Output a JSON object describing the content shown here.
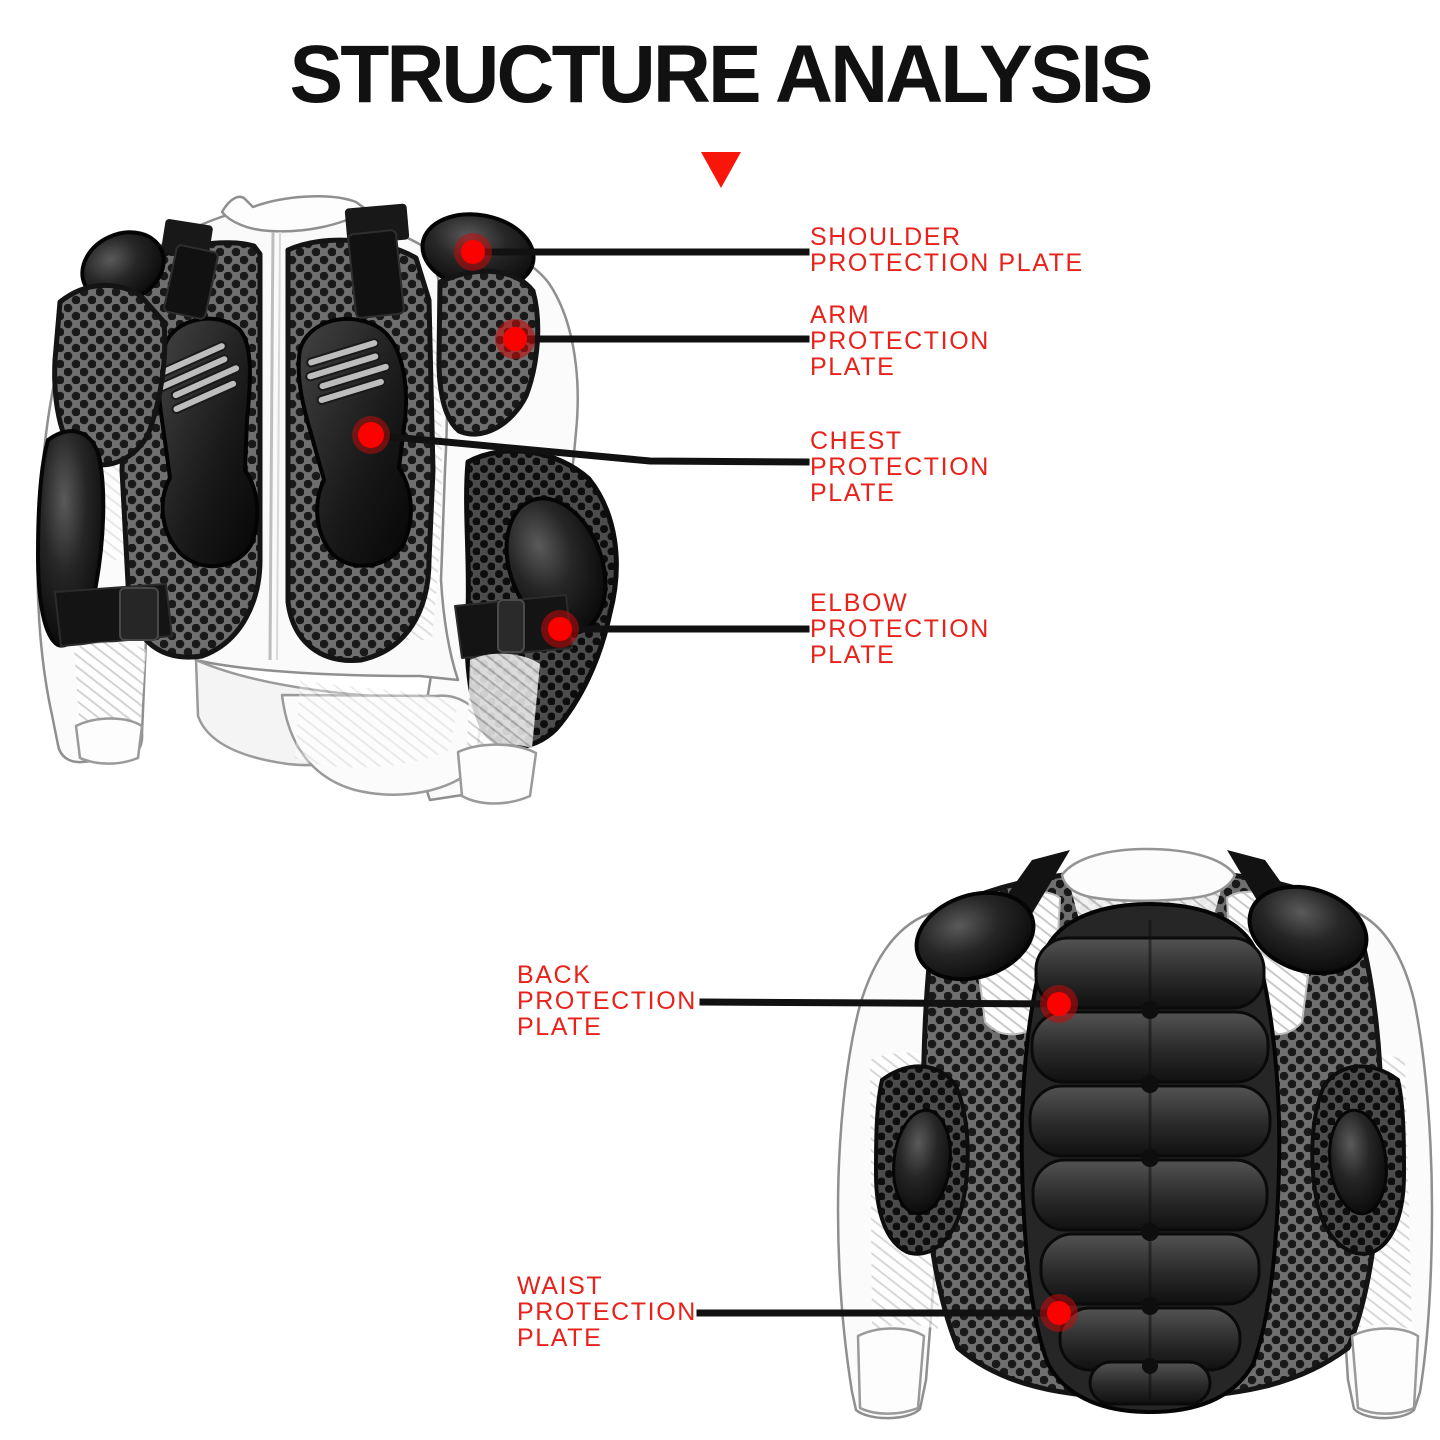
{
  "title": "STRUCTURE ANALYSIS",
  "pointer_icon": "triangle-down",
  "callouts": {
    "shoulder": {
      "lines": [
        "SHOULDER",
        "PROTECTION PLATE"
      ]
    },
    "arm": {
      "lines": [
        "ARM",
        "PROTECTION",
        "PLATE"
      ]
    },
    "chest": {
      "lines": [
        "CHEST",
        "PROTECTION",
        "PLATE"
      ]
    },
    "elbow": {
      "lines": [
        "ELBOW",
        "PROTECTION",
        "PLATE"
      ]
    },
    "back": {
      "lines": [
        "BACK",
        "PROTECTION",
        "PLATE"
      ]
    },
    "waist": {
      "lines": [
        "WAIST",
        "PROTECTION",
        "PLATE"
      ]
    }
  },
  "colors": {
    "title": "#111111",
    "label_red": "#e8211a",
    "pointer_red": "#f8150a",
    "callout_line": "#111111",
    "dot_red": "#fb0200",
    "dot_ring_red": "#c40b0b"
  }
}
